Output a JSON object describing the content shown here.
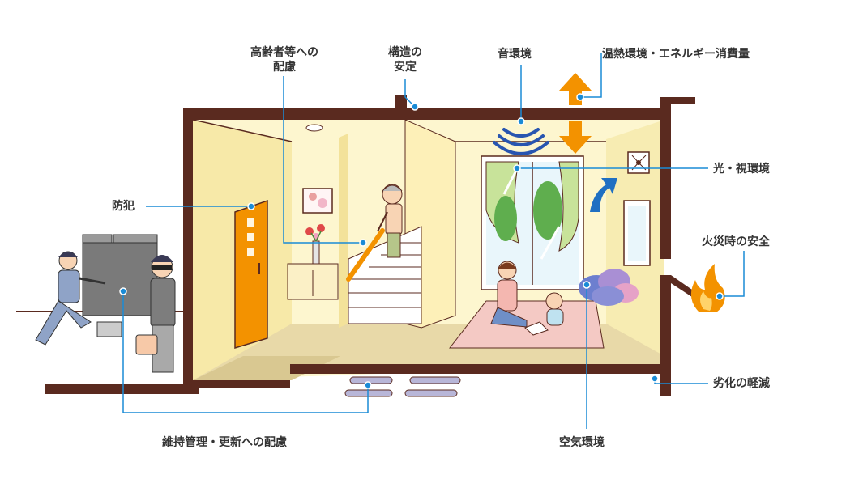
{
  "labels": {
    "elderly_line1": "高齢者等への",
    "elderly_line2": "配慮",
    "structure_line1": "構造の",
    "structure_line2": "安定",
    "sound": "音環境",
    "thermal": "温熱環境・エネルギー消費量",
    "light": "光・視環境",
    "crime": "防犯",
    "fire": "火災時の安全",
    "deterioration": "劣化の軽減",
    "maintenance": "維持管理・更新への配慮",
    "air": "空気環境"
  },
  "colors": {
    "leader_line": "#1a8bd6",
    "wall": "#5a2a1f",
    "interior": "#fdf6cf",
    "floor": "#e8d9a8",
    "door": "#f39200",
    "rug": "#f4c9c4",
    "arrow_orange": "#f39200",
    "arrow_blue": "#1f6fc2",
    "sound_waves": "#2855b0",
    "flame": "#f39200"
  }
}
